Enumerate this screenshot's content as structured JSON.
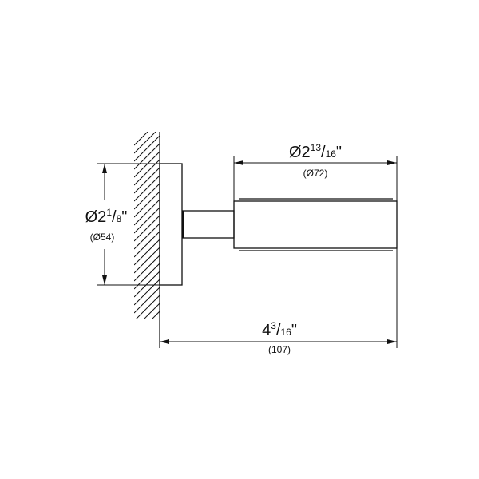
{
  "dimensions": {
    "body_diameter": {
      "whole": "Ø2",
      "num": "13",
      "den": "16",
      "unit": "\"",
      "metric": "(Ø72)"
    },
    "flange_diameter": {
      "whole": "Ø2",
      "num": "1",
      "den": "8",
      "unit": "\"",
      "metric": "(Ø54)"
    },
    "projection": {
      "whole": "4",
      "num": "3",
      "den": "16",
      "unit": "\"",
      "metric": "(107)"
    }
  },
  "colors": {
    "line": "#111111",
    "background": "#ffffff"
  }
}
